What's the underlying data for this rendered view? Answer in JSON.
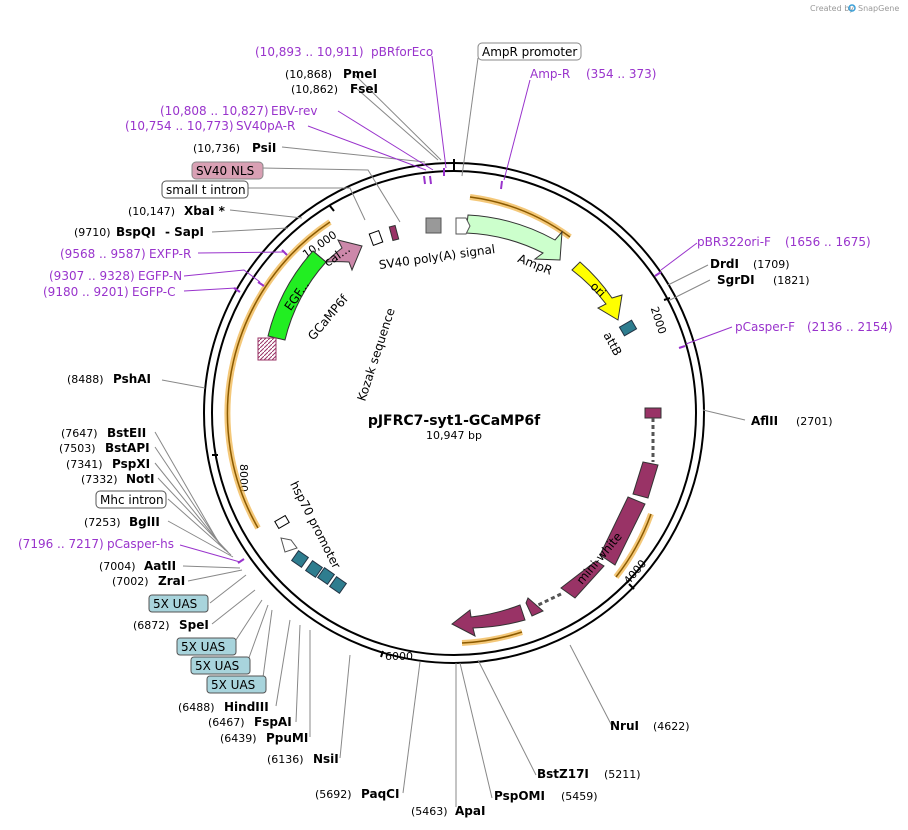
{
  "header": {
    "credit": "Created by",
    "brand": "SnapGene"
  },
  "plasmid": {
    "name": "pJFRC7-syt1-GCaMP6f",
    "length": "10,947 bp"
  },
  "ticks": [
    "2000",
    "4000",
    "6000",
    "8000",
    "10,000"
  ],
  "features": {
    "ampr": "AmpR",
    "ori": "ori",
    "attb": "attB",
    "mini_white": "mini-white",
    "hsp70": "hsp70 promoter",
    "kozak": "Kozak sequence",
    "gcamp6f": "GCaMP6f",
    "egf": "EGF...",
    "cal": "cal...",
    "sv40_polya": "SV40 poly(A) signal"
  },
  "boxed_labels": {
    "ampr_promoter": "AmpR promoter",
    "sv40_nls": "SV40 NLS",
    "small_t_intron": "small t intron",
    "mhc_intron": "Mhc intron",
    "uas1": "5X UAS",
    "uas2": "5X UAS",
    "uas3": "5X UAS",
    "uas4": "5X UAS"
  },
  "primers": {
    "pbrforeco_pos": "(10,893 .. 10,911)",
    "pbrforeco": "pBRforEco",
    "ampr_name": "Amp-R",
    "ampr_pos": "(354 .. 373)",
    "ebvrev_pos": "(10,808 .. 10,827)",
    "ebvrev": "EBV-rev",
    "sv40pa_pos": "(10,754 .. 10,773)",
    "sv40pa": "SV40pA-R",
    "exfpr_pos": "(9568 .. 9587)",
    "exfpr": "EXFP-R",
    "egfpn_pos": "(9307 .. 9328)",
    "egfpn": "EGFP-N",
    "egfpc_pos": "(9180 .. 9201)",
    "egfpc": "EGFP-C",
    "pbr322_name": "pBR322ori-F",
    "pbr322_pos": "(1656 .. 1675)",
    "pcasperf_name": "pCasper-F",
    "pcasperf_pos": "(2136 .. 2154)",
    "pcasperhs_pos": "(7196 .. 7217)",
    "pcasperhs": "pCasper-hs"
  },
  "sites": {
    "pmei_pos": "(10,868)",
    "pmei": "PmeI",
    "fsei_pos": "(10,862)",
    "fsei": "FseI",
    "psii_pos": "(10,736)",
    "psii": "PsiI",
    "xbai_pos": "(10,147)",
    "xbai": "XbaI *",
    "bspqi_pos": "(9710)",
    "bspqi": "BspQI",
    "sapi": "- SapI",
    "pshai_pos": "(8488)",
    "pshai": "PshAI",
    "bsteii_pos": "(7647)",
    "bsteii": "BstEII",
    "bstapi_pos": "(7503)",
    "bstapi": "BstAPI",
    "pspxi_pos": "(7341)",
    "pspxi": "PspXI",
    "noti_pos": "(7332)",
    "noti": "NotI",
    "bglii_pos": "(7253)",
    "bglii": "BglII",
    "aatii_pos": "(7004)",
    "aatii": "AatII",
    "zrai_pos": "(7002)",
    "zrai": "ZraI",
    "spei_pos": "(6872)",
    "spei": "SpeI",
    "hindiii_pos": "(6488)",
    "hindiii": "HindIII",
    "fspai_pos": "(6467)",
    "fspai": "FspAI",
    "ppumi_pos": "(6439)",
    "ppumi": "PpuMI",
    "nsii_pos": "(6136)",
    "nsii": "NsiI",
    "paqci_pos": "(5692)",
    "paqci": "PaqCI",
    "apai_pos": "(5463)",
    "apai": "ApaI",
    "pspomi_pos": "(5459)",
    "pspomi": "PspOMI",
    "bstz17i_pos": "(5211)",
    "bstz17i": "BstZ17I",
    "nrui_pos": "(4622)",
    "nrui": "NruI",
    "aflii_pos": "(2701)",
    "aflii": "AflII",
    "drdi_pos": "(1709)",
    "drdi": "DrdI",
    "sgrdi_pos": "(1821)",
    "sgrdi": "SgrDI"
  },
  "colors": {
    "primer": "#9933cc",
    "ampr_fill": "#ccffcc",
    "ori_fill": "#ffff00",
    "marker_fill": "#993366",
    "attb_fill": "#2e7d8f",
    "uas_box": "#a8d4dc",
    "nls_box": "#d9a0b4",
    "gcamp_green": "#22ee22",
    "orange_arc": "#f0b040"
  }
}
